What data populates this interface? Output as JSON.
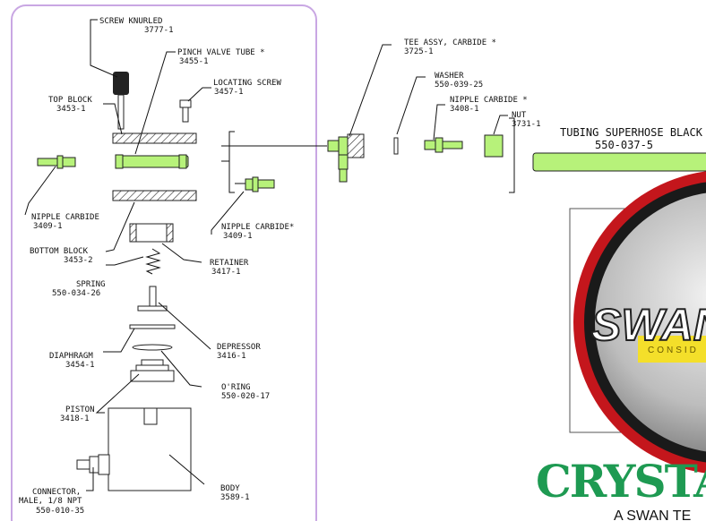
{
  "labels": {
    "screw_knurled": "SCREW KNURLED",
    "screw_knurled_pn": "3777-1",
    "pinch_valve_tube": "PINCH VALVE TUBE *",
    "pinch_valve_tube_pn": "3455-1",
    "locating_screw": "LOCATING SCREW",
    "locating_screw_pn": "3457-1",
    "top_block": "TOP BLOCK",
    "top_block_pn": "3453-1",
    "nipple_carbide_left": "NIPPLE CARBIDE",
    "nipple_carbide_left_pn": "3409-1",
    "bottom_block": "BOTTOM BLOCK",
    "bottom_block_pn": "3453-2",
    "nipple_carbide_mid": "NIPPLE CARBIDE*",
    "nipple_carbide_mid_pn": "3409-1",
    "retainer": "RETAINER",
    "retainer_pn": "3417-1",
    "spring": "SPRING",
    "spring_pn": "550-034-26",
    "diaphragm": "DIAPHRAGM",
    "diaphragm_pn": "3454-1",
    "depressor": "DEPRESSOR",
    "depressor_pn": "3416-1",
    "oring": "O'RING",
    "oring_pn": "550-020-17",
    "piston": "PISTON",
    "piston_pn": "3418-1",
    "connector_l1": "CONNECTOR,",
    "connector_l2": "MALE, 1/8 NPT",
    "connector_pn": "550-010-35",
    "body": "BODY",
    "body_pn": "3589-1",
    "tee_assy": "TEE ASSY, CARBIDE *",
    "tee_assy_pn": "3725-1",
    "washer": "WASHER",
    "washer_pn": "550-039-25",
    "nipple_carbide_right": "NIPPLE CARBIDE *",
    "nipple_carbide_right_pn": "3408-1",
    "nut": "NUT",
    "nut_pn": "3731-1",
    "tubing": "TUBING SUPERHOSE BLACK",
    "tubing_pn": "550-037-5"
  },
  "logo": {
    "text": "SWAN",
    "tagline": "CONSID"
  },
  "brand": {
    "name": "CRYSTA",
    "tagline": "A SWAN TE"
  },
  "colors": {
    "part_highlight": "#b7f27a",
    "frame": "#c9a7e3",
    "brand_green": "#1e9a52",
    "logo_red": "#c4161c",
    "logo_yellow": "#f4df2a"
  }
}
